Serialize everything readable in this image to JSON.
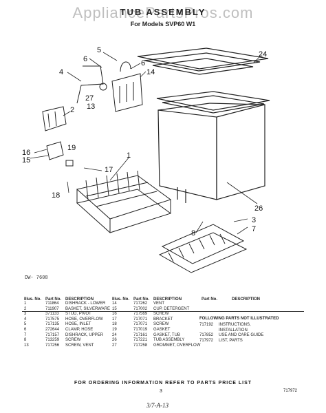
{
  "header": {
    "watermark": "AppliancePartsPros.com",
    "title": "TUB ASSEMBLY",
    "subtitle": "For Models SVP60 W1"
  },
  "diagram": {
    "callouts": [
      "1",
      "2",
      "3",
      "4",
      "5",
      "6",
      "6",
      "7",
      "8",
      "13",
      "14",
      "15",
      "16",
      "17",
      "18",
      "19",
      "24",
      "26",
      "27"
    ],
    "code": "DW- 7608"
  },
  "parts_table": {
    "headers": {
      "illus_no": "Illus. No.",
      "part_no": "Part No.",
      "description": "DESCRIPTION"
    },
    "col1": [
      [
        "1",
        "711864",
        "DISHRACK - LOWER"
      ],
      [
        "2",
        "711907",
        "BASKET, SILVERWARE"
      ],
      [
        "3",
        "371133",
        "STUD, PIVOT"
      ],
      [
        "4",
        "717575",
        "HOSE, OVERFLOW"
      ],
      [
        "5",
        "717135",
        "HOSE, INLET"
      ],
      [
        "6",
        "272644",
        "CLAMP, HOSE"
      ],
      [
        "7",
        "717157",
        "DISHRACK, UPPER"
      ],
      [
        "8",
        "713259",
        "SCREW"
      ],
      [
        "13",
        "717256",
        "SCREW, VENT"
      ]
    ],
    "col2": [
      [
        "14",
        "717262",
        "VENT"
      ],
      [
        "15",
        "717002",
        "CUP, DETERGENT"
      ],
      [
        "16",
        "717569",
        "SCREW"
      ],
      [
        "17",
        "717071",
        "BRACKET"
      ],
      [
        "18",
        "717071",
        "SCREW"
      ],
      [
        "19",
        "717019",
        "GASKET"
      ],
      [
        "24",
        "717161",
        "GASKET, TUB"
      ],
      [
        "26",
        "717221",
        "TUB ASSEMBLY"
      ],
      [
        "27",
        "717258",
        "GROMMET, OVERFLOW"
      ]
    ],
    "col3_headers": {
      "part_no": "Part No.",
      "description": "DESCRIPTION"
    },
    "not_illustrated_heading": "FOLLOWING PARTS NOT ILLUSTRATED",
    "not_illustrated": [
      [
        "717192",
        "INSTRUCTIONS,"
      ],
      [
        "",
        "INSTALLATION"
      ],
      [
        "717852",
        "USE AND CARE GUIDE"
      ],
      [
        "717972",
        "LIST, PARTS"
      ]
    ]
  },
  "footer": {
    "ordering_note": "FOR ORDERING INFORMATION REFER TO PARTS PRICE LIST",
    "page_number": "3",
    "doc_number": "717972",
    "handwritten": "3/7-A-13"
  }
}
